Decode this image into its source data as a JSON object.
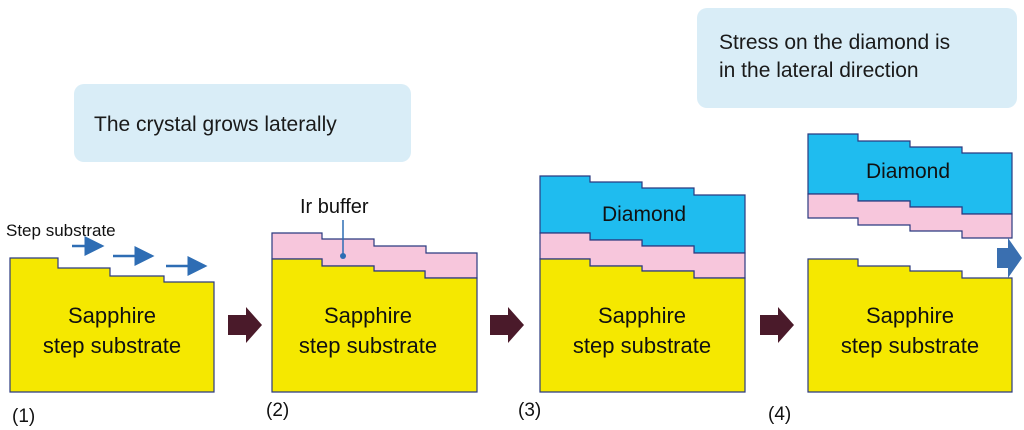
{
  "notes": {
    "lateral_growth": "The crystal grows laterally",
    "stress_line1": "Stress on the diamond is",
    "stress_line2": "in the lateral direction"
  },
  "labels": {
    "step_substrate": "Step substrate",
    "ir_buffer": "Ir buffer",
    "diamond": "Diamond",
    "sapphire_line1": "Sapphire",
    "sapphire_line2": "step substrate"
  },
  "steps": [
    "(1)",
    "(2)",
    "(3)",
    "(4)"
  ],
  "colors": {
    "sapphire": "#f5e800",
    "ir_buffer": "#f7c6dc",
    "diamond": "#1fbcef",
    "outline": "#2b3a80",
    "arrow": "#4a1a2a",
    "step_arrow": "#2e6db4",
    "note_bg": "#d9edf7",
    "shift_arrow": "#3a6fb0"
  }
}
